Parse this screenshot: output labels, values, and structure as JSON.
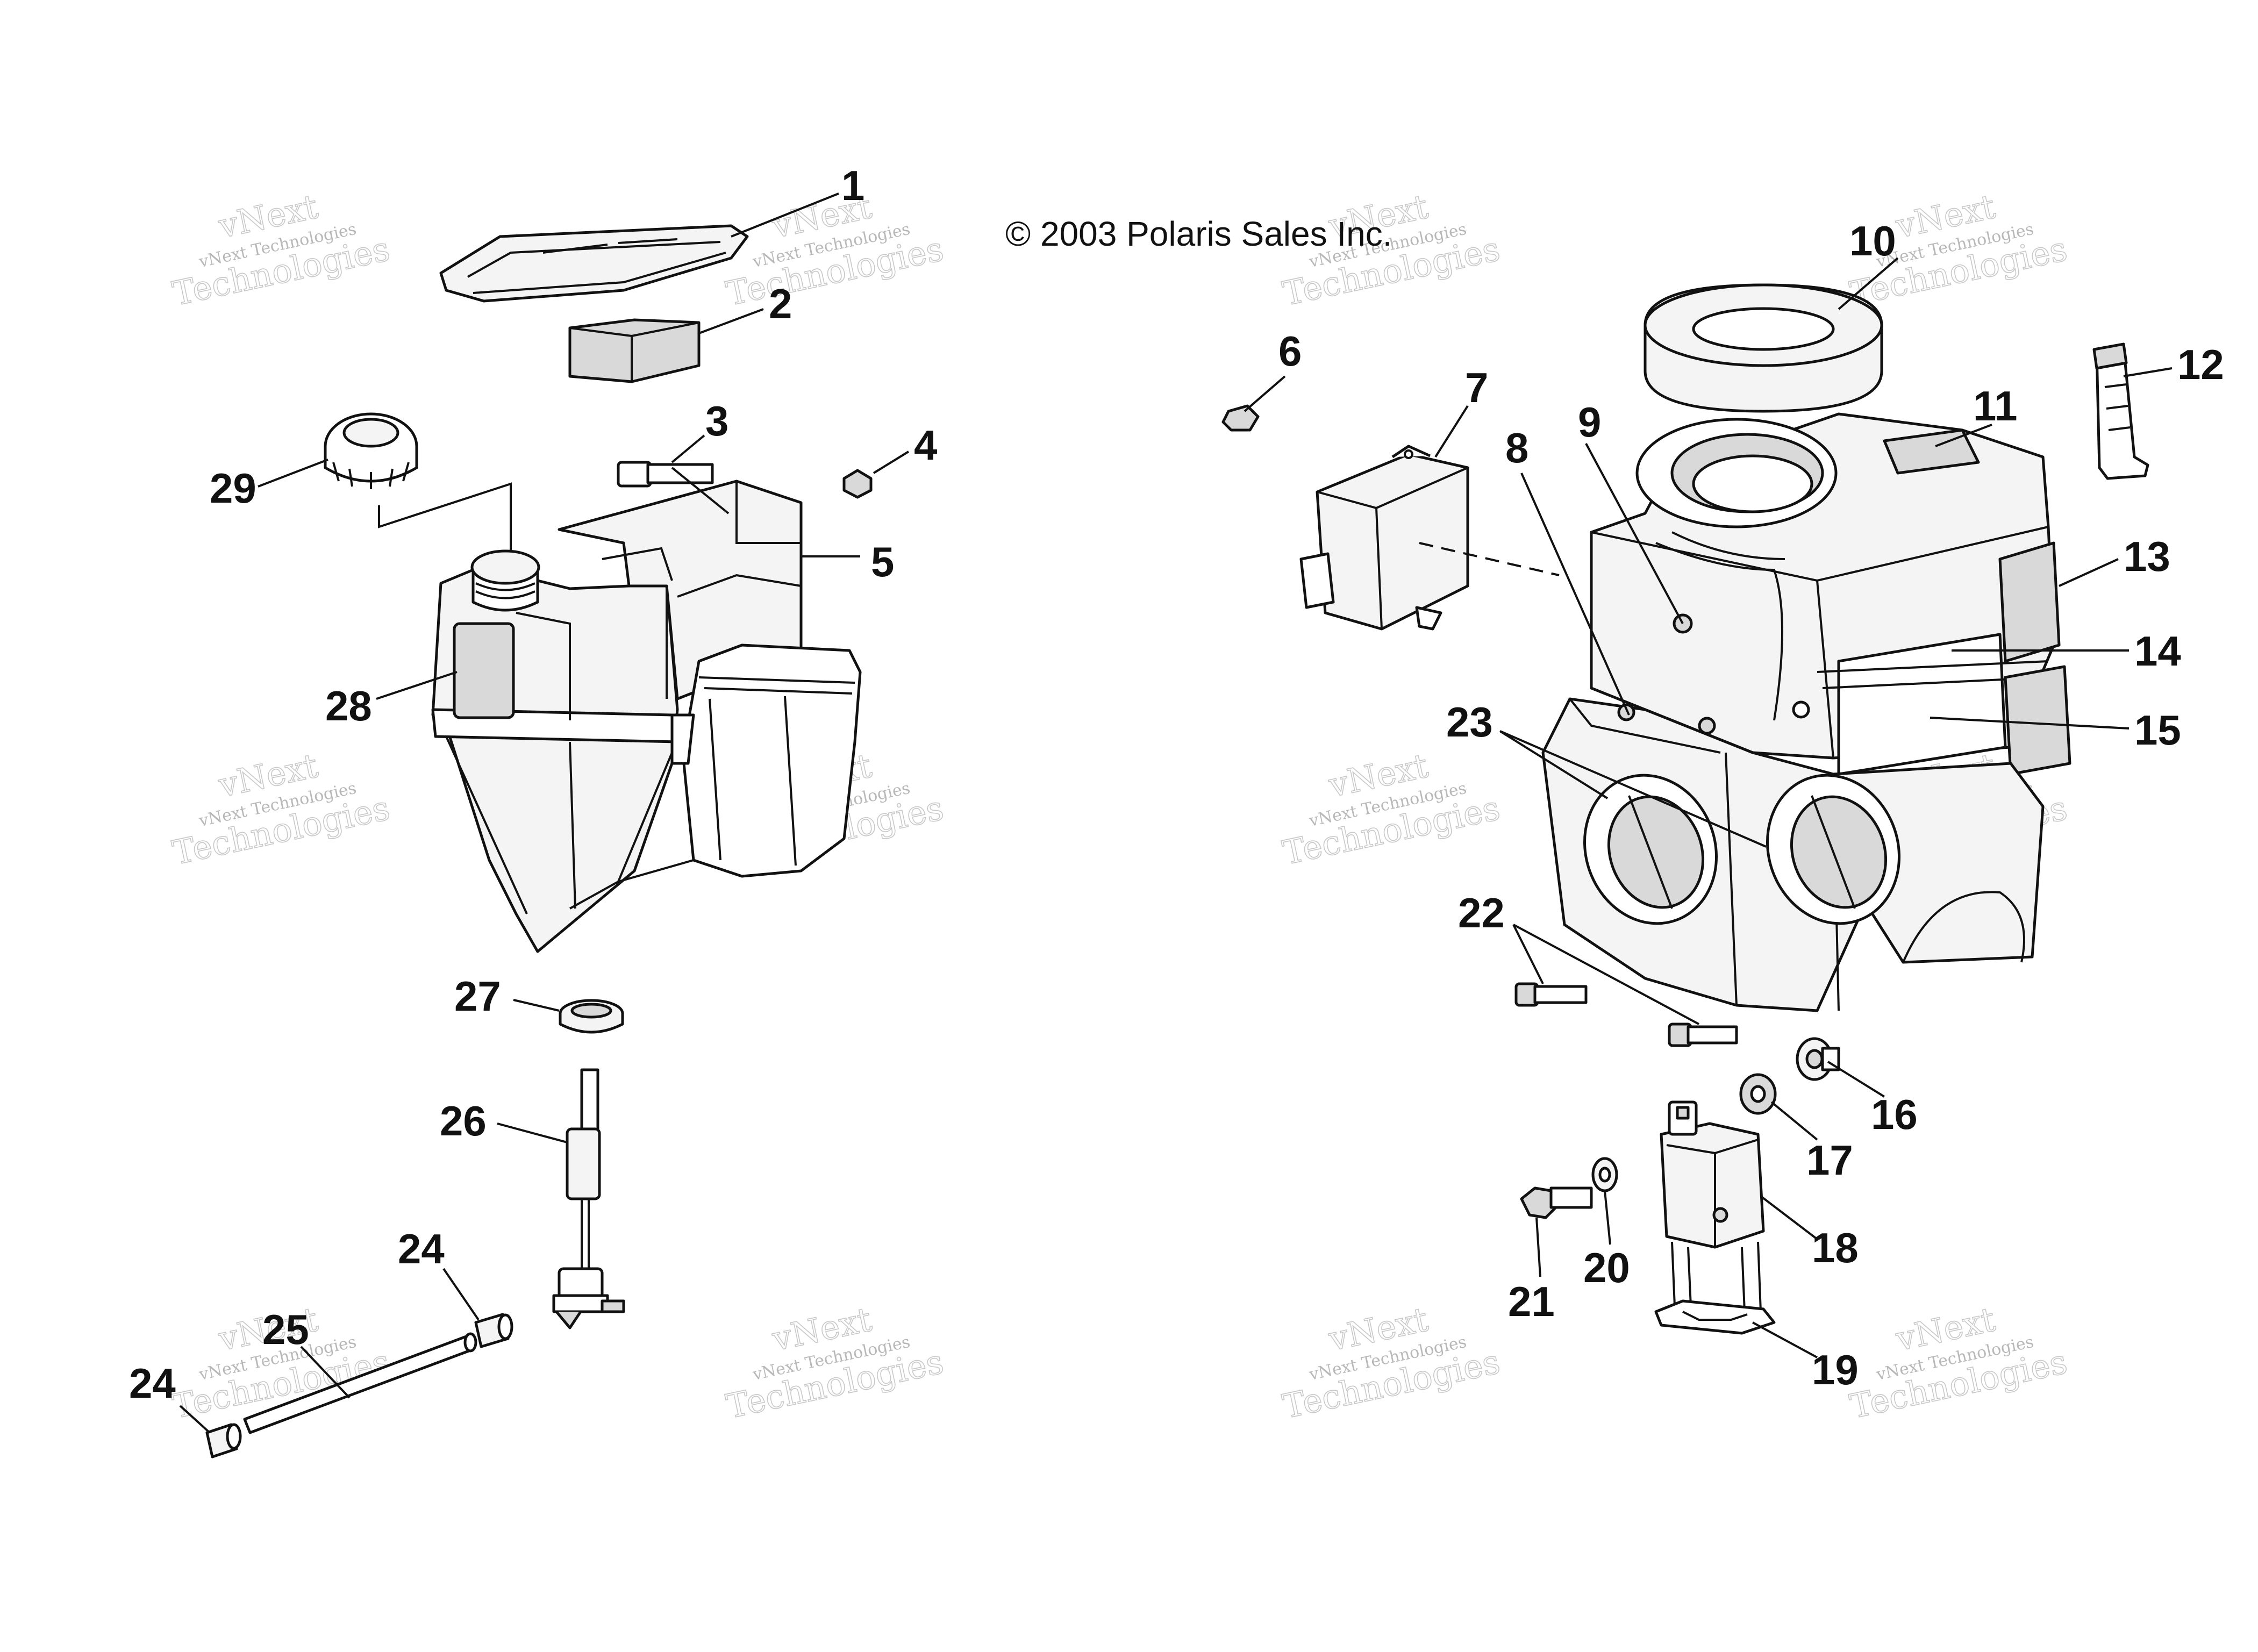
{
  "copyright": "© 2003 Polaris Sales Inc.",
  "watermark": {
    "line1": "vNext",
    "line2": "vNext Technologies",
    "line3": "Technologies"
  },
  "callouts": [
    "1",
    "2",
    "3",
    "4",
    "5",
    "6",
    "7",
    "8",
    "9",
    "10",
    "11",
    "12",
    "13",
    "14",
    "15",
    "16",
    "17",
    "18",
    "19",
    "20",
    "21",
    "22",
    "23",
    "24",
    "24",
    "25",
    "26",
    "27",
    "28",
    "29"
  ]
}
